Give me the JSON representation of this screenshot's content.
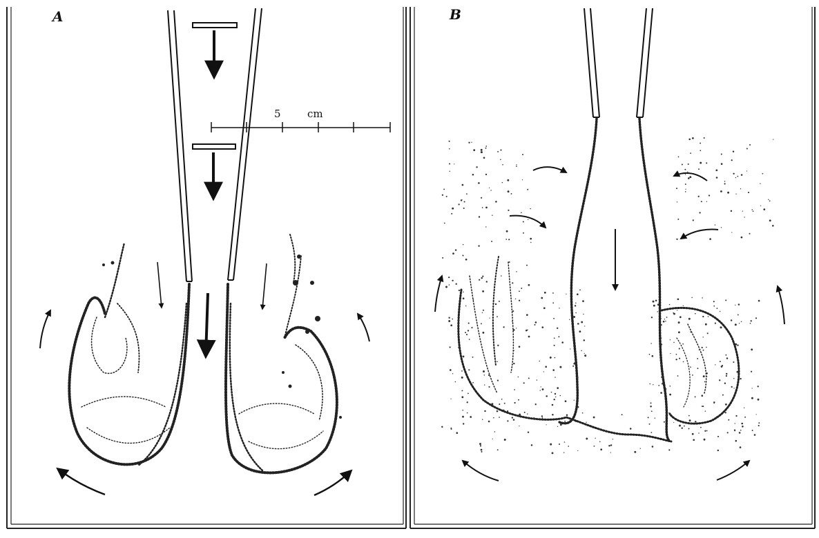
{
  "panels": {
    "a": {
      "label": "A"
    },
    "b": {
      "label": "B"
    }
  },
  "scale_bar": {
    "value": "5",
    "unit": "cm"
  },
  "colors": {
    "ink": "#111111",
    "paper": "#ffffff"
  }
}
